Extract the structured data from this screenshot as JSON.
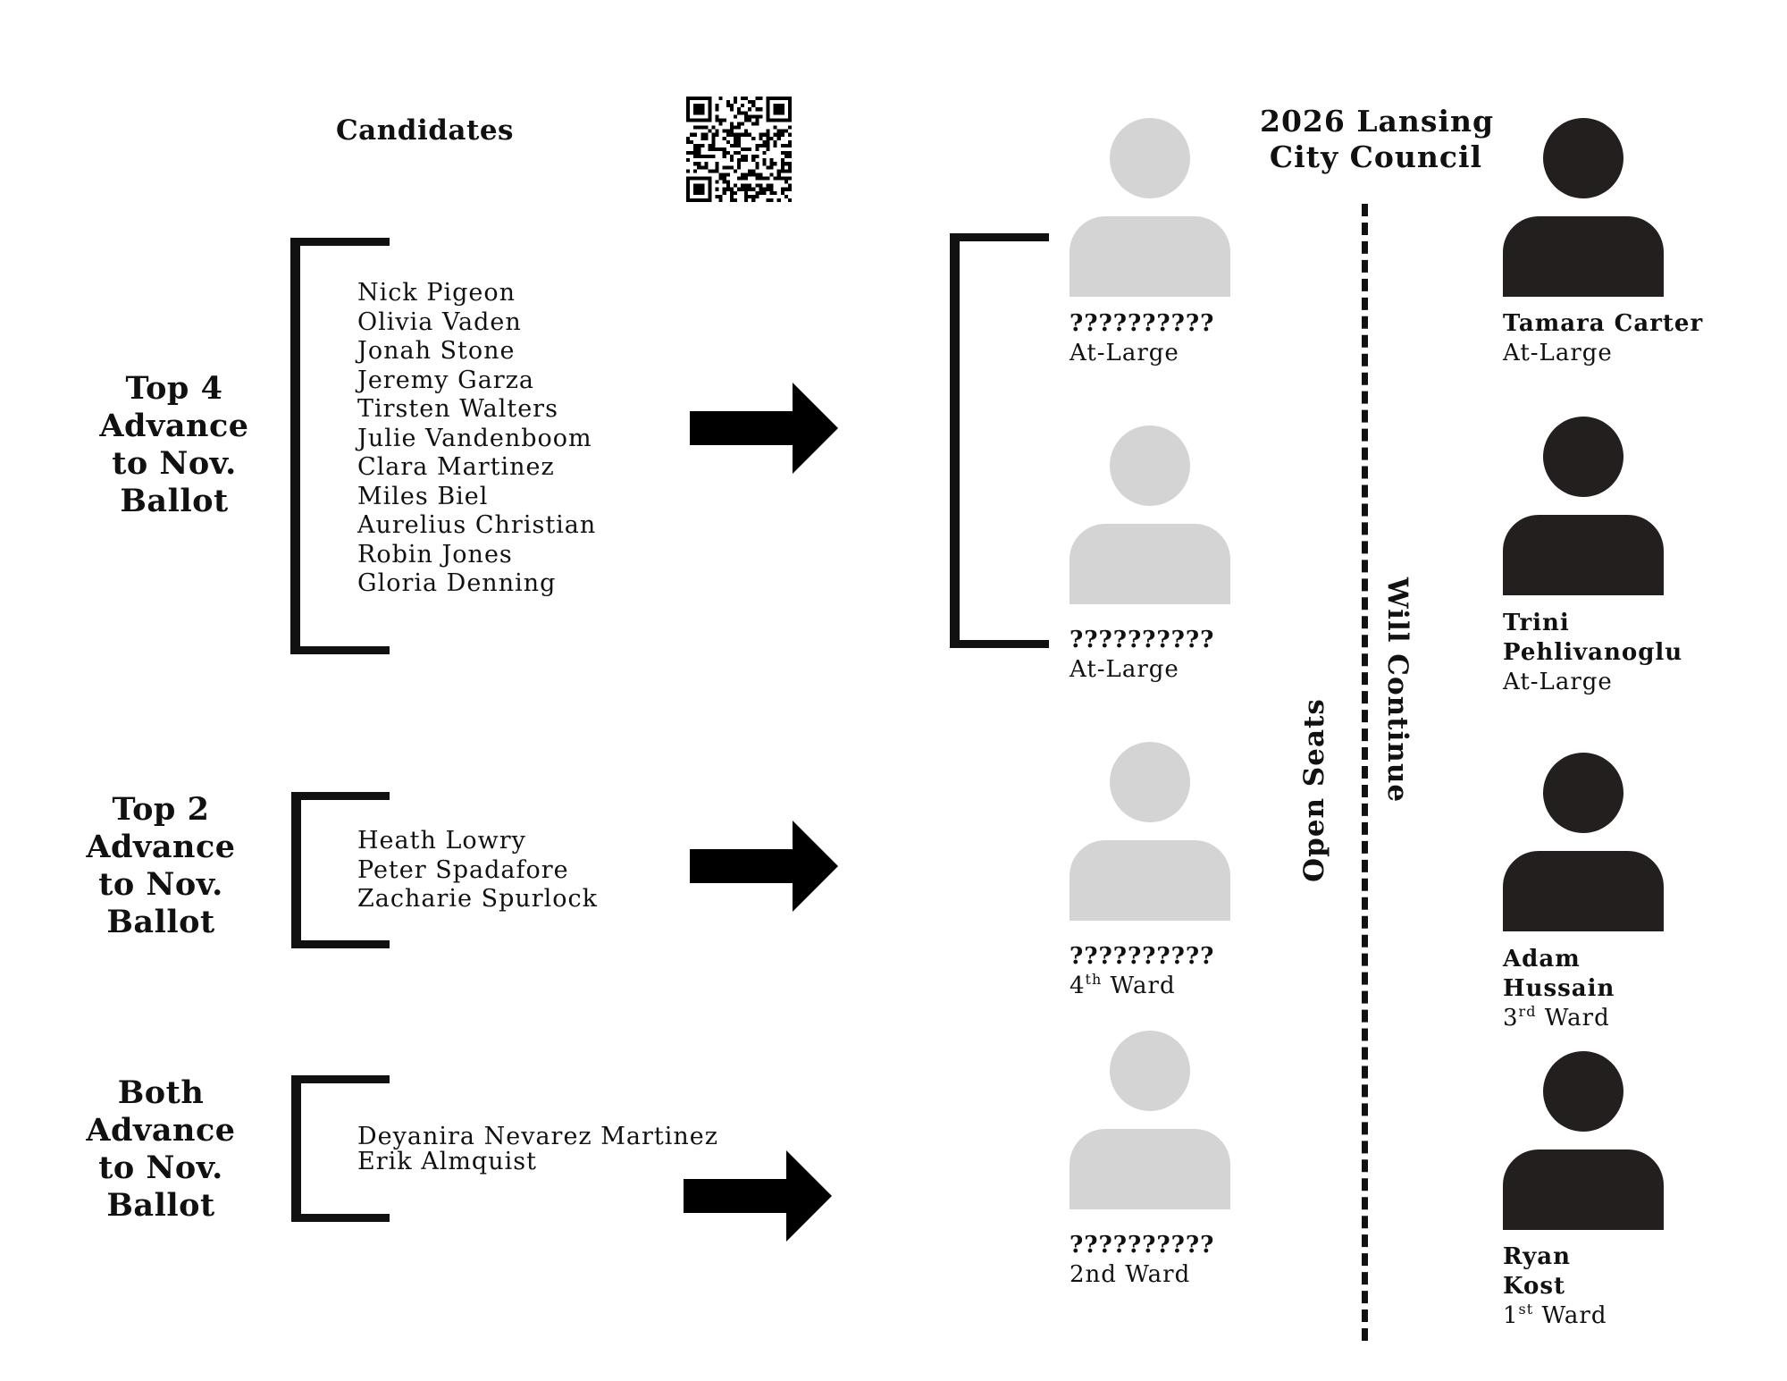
{
  "header": {
    "candidates_label": "Candidates",
    "council_title_line1": "2026 Lansing",
    "council_title_line2": "City Council"
  },
  "groups": [
    {
      "title": [
        "Top 4",
        "Advance",
        "to Nov.",
        "Ballot"
      ],
      "candidates": [
        "Nick Pigeon",
        "Olivia Vaden",
        "Jonah Stone",
        "Jeremy Garza",
        "Tirsten Walters",
        "Julie Vandenboom",
        "Clara Martinez",
        "Miles Biel",
        "Aurelius Christian",
        "Robin Jones",
        "Gloria Denning"
      ]
    },
    {
      "title": [
        "Top 2",
        "Advance",
        "to Nov.",
        "Ballot"
      ],
      "candidates": [
        "Heath Lowry",
        "Peter Spadafore",
        "Zacharie Spurlock"
      ]
    },
    {
      "title": [
        "Both",
        "Advance",
        "to Nov.",
        "Ballot"
      ],
      "candidates": [
        "Deyanira Nevarez Martinez",
        "Erik Almquist"
      ]
    }
  ],
  "divider_labels": {
    "open": "Open Seats",
    "continuing": "Will Continue"
  },
  "open_seats": [
    {
      "name": "??????????",
      "role": "At-Large",
      "role_sup": "",
      "role_suffix": ""
    },
    {
      "name": "??????????",
      "role": "At-Large",
      "role_sup": "",
      "role_suffix": ""
    },
    {
      "name": "??????????",
      "role": "4",
      "role_sup": "th",
      "role_suffix": " Ward"
    },
    {
      "name": "??????????",
      "role": "2nd Ward",
      "role_sup": "",
      "role_suffix": ""
    }
  ],
  "continuing_members": [
    {
      "name_lines": [
        "Tamara Carter"
      ],
      "role": "At-Large",
      "role_sup": "",
      "role_suffix": ""
    },
    {
      "name_lines": [
        "Trini",
        "Pehlivanoglu"
      ],
      "role": "At-Large",
      "role_sup": "",
      "role_suffix": ""
    },
    {
      "name_lines": [
        "Adam",
        "Hussain"
      ],
      "role": "3",
      "role_sup": "rd",
      "role_suffix": " Ward"
    },
    {
      "name_lines": [
        "Ryan",
        "Kost"
      ],
      "role": "1",
      "role_sup": "st",
      "role_suffix": " Ward"
    }
  ],
  "colors": {
    "placeholder_avatar": "#d4d4d4",
    "member_avatar": "#231f1f",
    "ink": "#111111"
  },
  "icons": {
    "qr": "qr-code-icon",
    "arrow": "right-arrow-icon",
    "avatar": "person-icon"
  }
}
